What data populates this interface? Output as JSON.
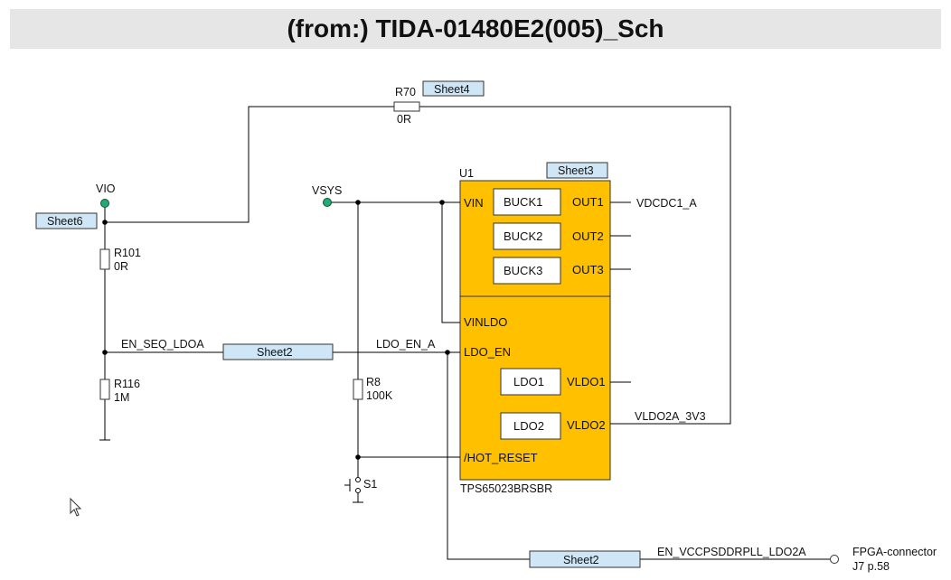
{
  "title": "(from:) TIDA-01480E2(005)_Sch",
  "chip": {
    "ref": "U1",
    "part": "TPS65023BRSBR",
    "pins": {
      "vin": "VIN",
      "vinldo": "VINLDO",
      "ldo_en": "LDO_EN",
      "hot_reset": "/HOT_RESET",
      "out1": "OUT1",
      "out2": "OUT2",
      "out3": "OUT3",
      "vldo1": "VLDO1",
      "vldo2": "VLDO2"
    },
    "blocks": {
      "buck1": "BUCK1",
      "buck2": "BUCK2",
      "buck3": "BUCK3",
      "ldo1": "LDO1",
      "ldo2": "LDO2"
    },
    "fill_color": "#ffc000"
  },
  "components": {
    "r70": {
      "ref": "R70",
      "value": "0R"
    },
    "r101": {
      "ref": "R101",
      "value": "0R"
    },
    "r116": {
      "ref": "R116",
      "value": "1M"
    },
    "r8": {
      "ref": "R8",
      "value": "100K"
    },
    "s1": {
      "ref": "S1"
    }
  },
  "sheet_refs": {
    "top": "Sheet4",
    "u1": "Sheet3",
    "vio": "Sheet6",
    "en_seq": "Sheet2",
    "bottom": "Sheet2",
    "fill_color": "#cfe6f6"
  },
  "nets": {
    "vio": "VIO",
    "vsys": "VSYS",
    "en_seq_ldoa": "EN_SEQ_LDOA",
    "ldo_en_a": "LDO_EN_A",
    "vdcdc1_a": "VDCDC1_A",
    "vldo2a_3v3": "VLDO2A_3V3",
    "en_vccps": "EN_VCCPSDDRPLL_LDO2A"
  },
  "connector": {
    "label": "FPGA-connector",
    "ref": "J7 p.58"
  },
  "port_color": "#22aa77"
}
